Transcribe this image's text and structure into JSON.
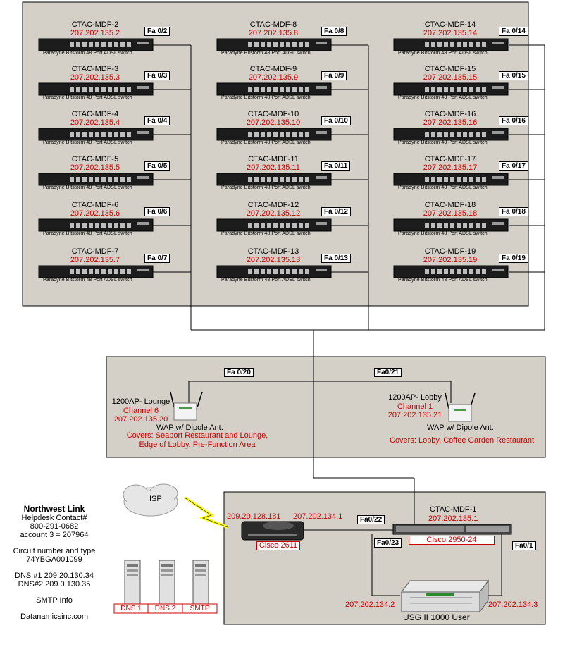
{
  "switch_caption": "Paradyne Bitstorm 48 Port ADSL switch",
  "switches": [
    {
      "name": "CTAC-MDF-2",
      "ip": "207.202.135.2",
      "port": "Fa 0/2"
    },
    {
      "name": "CTAC-MDF-3",
      "ip": "207.202.135.3",
      "port": "Fa 0/3"
    },
    {
      "name": "CTAC-MDF-4",
      "ip": "207.202.135.4",
      "port": "Fa 0/4"
    },
    {
      "name": "CTAC-MDF-5",
      "ip": "207.202.135.5",
      "port": "Fa 0/5"
    },
    {
      "name": "CTAC-MDF-6",
      "ip": "207.202.135.6",
      "port": "Fa 0/6"
    },
    {
      "name": "CTAC-MDF-7",
      "ip": "207.202.135.7",
      "port": "Fa 0/7"
    },
    {
      "name": "CTAC-MDF-8",
      "ip": "207.202.135.8",
      "port": "Fa 0/8"
    },
    {
      "name": "CTAC-MDF-9",
      "ip": "207.202.135.9",
      "port": "Fa 0/9"
    },
    {
      "name": "CTAC-MDF-10",
      "ip": "207.202.135.10",
      "port": "Fa 0/10"
    },
    {
      "name": "CTAC-MDF-11",
      "ip": "207.202.135.11",
      "port": "Fa 0/11"
    },
    {
      "name": "CTAC-MDF-12",
      "ip": "207.202.135.12",
      "port": "Fa 0/12"
    },
    {
      "name": "CTAC-MDF-13",
      "ip": "207.202.135.13",
      "port": "Fa 0/13"
    },
    {
      "name": "CTAC-MDF-14",
      "ip": "207.202.135.14",
      "port": "Fa 0/14"
    },
    {
      "name": "CTAC-MDF-15",
      "ip": "207.202.135.15",
      "port": "Fa 0/15"
    },
    {
      "name": "CTAC-MDF-16",
      "ip": "207.202.135.16",
      "port": "Fa 0/16"
    },
    {
      "name": "CTAC-MDF-17",
      "ip": "207.202.135.17",
      "port": "Fa 0/17"
    },
    {
      "name": "CTAC-MDF-18",
      "ip": "207.202.135.18",
      "port": "Fa 0/18"
    },
    {
      "name": "CTAC-MDF-19",
      "ip": "207.202.135.19",
      "port": "Fa 0/19"
    }
  ],
  "wap": {
    "port_lounge": "Fa 0/20",
    "port_lobby": "Fa0/21",
    "lounge": {
      "name": "1200AP- Lounge",
      "channel": "Channel 6",
      "ip": "207.202.135.20",
      "type": "WAP w/ Dipole Ant.",
      "covers": "Covers: Seaport Restaurant and Lounge, Edge of Lobby, Pre-Function Area"
    },
    "lobby": {
      "name": "1200AP- Lobby",
      "channel": "Channel 1",
      "ip": "207.202.135.21",
      "type": "WAP w/ Dipole Ant.",
      "covers": "Covers: Lobby, Coffee Garden Restaurant"
    }
  },
  "core": {
    "isp": "ISP",
    "router_wan_ip": "209.20.128.181",
    "router_lan_ip": "207.202.134.1",
    "router_label": "Cisco 2611",
    "port_uplink": "Fa0/22",
    "port_usg_left": "Fa0/23",
    "port_usg_right": "Fa0/1",
    "core_switch_name": "CTAC-MDF-1",
    "core_switch_ip": "207.202.135.1",
    "core_switch_label": "Cisco 2950-24",
    "usg_ip_left": "207.202.134.2",
    "usg_ip_right": "207.202.134.3",
    "usg_label": "USG II 1000 User"
  },
  "provider": {
    "title": "Northwest Link",
    "helpdesk_label": "Helpdesk Contact#",
    "helpdesk_phone": "800-291-0682",
    "account": "account 3 = 207964",
    "circuit_label": "Circuit number and type",
    "circuit": "74YBGA001099",
    "dns1": "DNS #1 209.20.130.34",
    "dns2": "DNS#2 209.0.130.35",
    "smtp_info": "SMTP Info",
    "website": "Datanamicsinc.com"
  },
  "servers": [
    "DNS 1",
    "DNS 2",
    "SMTP"
  ],
  "colors": {
    "panel": "#d4d0c8",
    "ip_red": "#cc0000",
    "lightning": "#ffff00"
  }
}
